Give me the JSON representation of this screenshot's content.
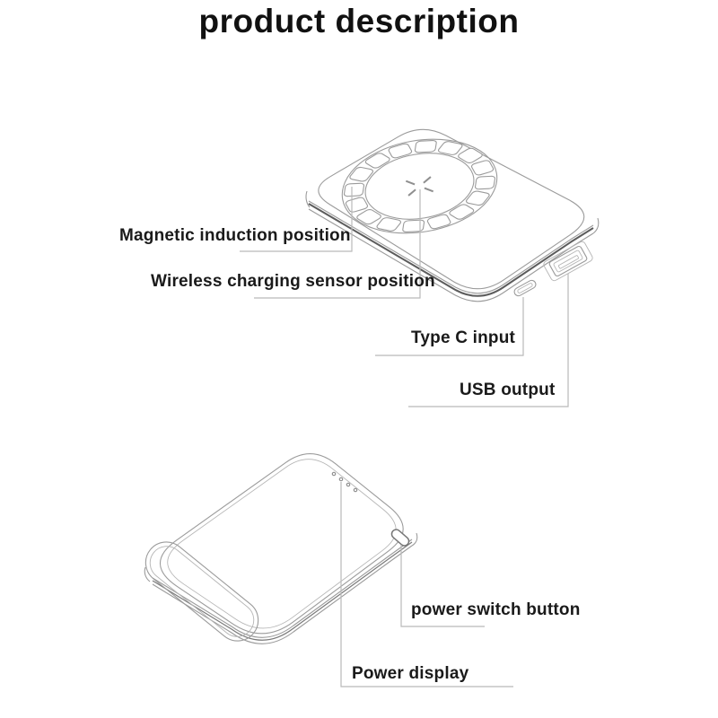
{
  "page": {
    "title": "product description",
    "background": "#ffffff"
  },
  "colors": {
    "text": "#1a1a1a",
    "line_art": "#9b9b9b",
    "dark_seam": "#5c5c5c",
    "leader_line": "#b9b9b9"
  },
  "top_view": {
    "name": "Power bank - top perspective view",
    "features": [
      "magnetic-ring",
      "charging-sensor-x",
      "type-c-port",
      "usb-port"
    ],
    "labels": {
      "magnetic": {
        "text": "Magnetic induction position",
        "target": "magnetic-ring"
      },
      "wireless": {
        "text": "Wireless charging sensor position",
        "target": "charging-sensor-x"
      },
      "type_c": {
        "text": "Type C input",
        "target": "type-c-port"
      },
      "usb": {
        "text": "USB output",
        "target": "usb-port"
      }
    }
  },
  "bottom_view": {
    "name": "Power bank - bottom perspective view",
    "features": [
      "power-switch-button",
      "power-display-leds"
    ],
    "labels": {
      "power_switch": {
        "text": "power switch button",
        "target": "power-switch-button"
      },
      "power_display": {
        "text": "Power display",
        "target": "power-display-leds"
      }
    }
  }
}
